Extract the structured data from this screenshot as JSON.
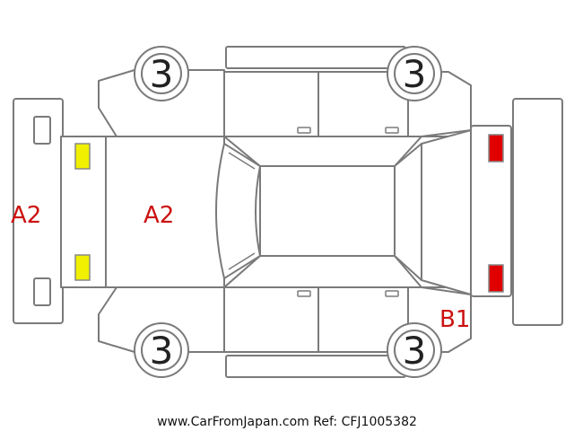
{
  "grades": {
    "front_left_wheel": "3",
    "front_right_wheel": "3",
    "rear_left_wheel": "3",
    "rear_right_wheel": "3"
  },
  "damage_codes": {
    "front_bumper": "A2",
    "hood": "A2",
    "rear_quarter_right": "B1"
  },
  "marker_colors": {
    "front_lights": "#f0f000",
    "rear_lights": "#e00000"
  },
  "watermark": "www.CarFromJapan.com Ref: CFJ1005382"
}
